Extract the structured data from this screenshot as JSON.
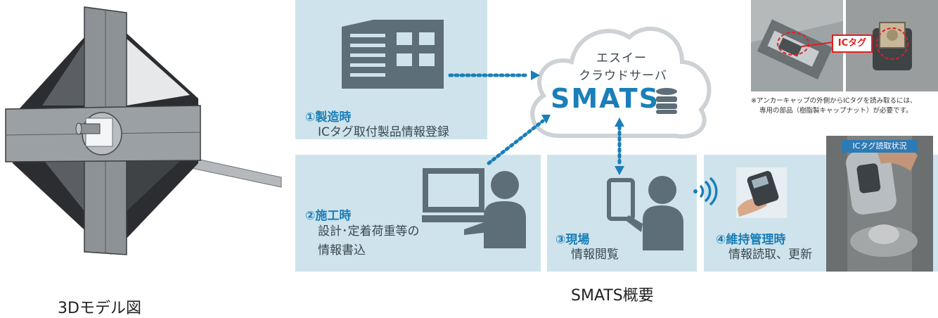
{
  "captions": {
    "model": "3Dモデル図",
    "overview": "SMATS概要"
  },
  "cloud": {
    "line1": "エスイー",
    "line2": "クラウドサーバ",
    "brand": "SMATS"
  },
  "steps": [
    {
      "title": "①製造時",
      "desc": [
        "ICタグ取付製品情報登録"
      ]
    },
    {
      "title": "②施工時",
      "desc": [
        "設計･定着荷重等の",
        "情報書込"
      ]
    },
    {
      "title": "③現場",
      "desc": [
        "情報閲覧"
      ]
    },
    {
      "title": "④維持管理時",
      "desc": [
        "情報読取、更新"
      ]
    }
  ],
  "photos": {
    "ic_label": "ICタグ",
    "note_line1": "※アンカーキャップの外側からICタグを読み取るには、",
    "note_line2": "専用の部品（樹脂製キャップナット）が必要です。",
    "reading_label": "ICタグ読取状況"
  },
  "colors": {
    "panel": "#cfe3ec",
    "accent": "#1a7fb8",
    "icon": "#5d6e78"
  }
}
